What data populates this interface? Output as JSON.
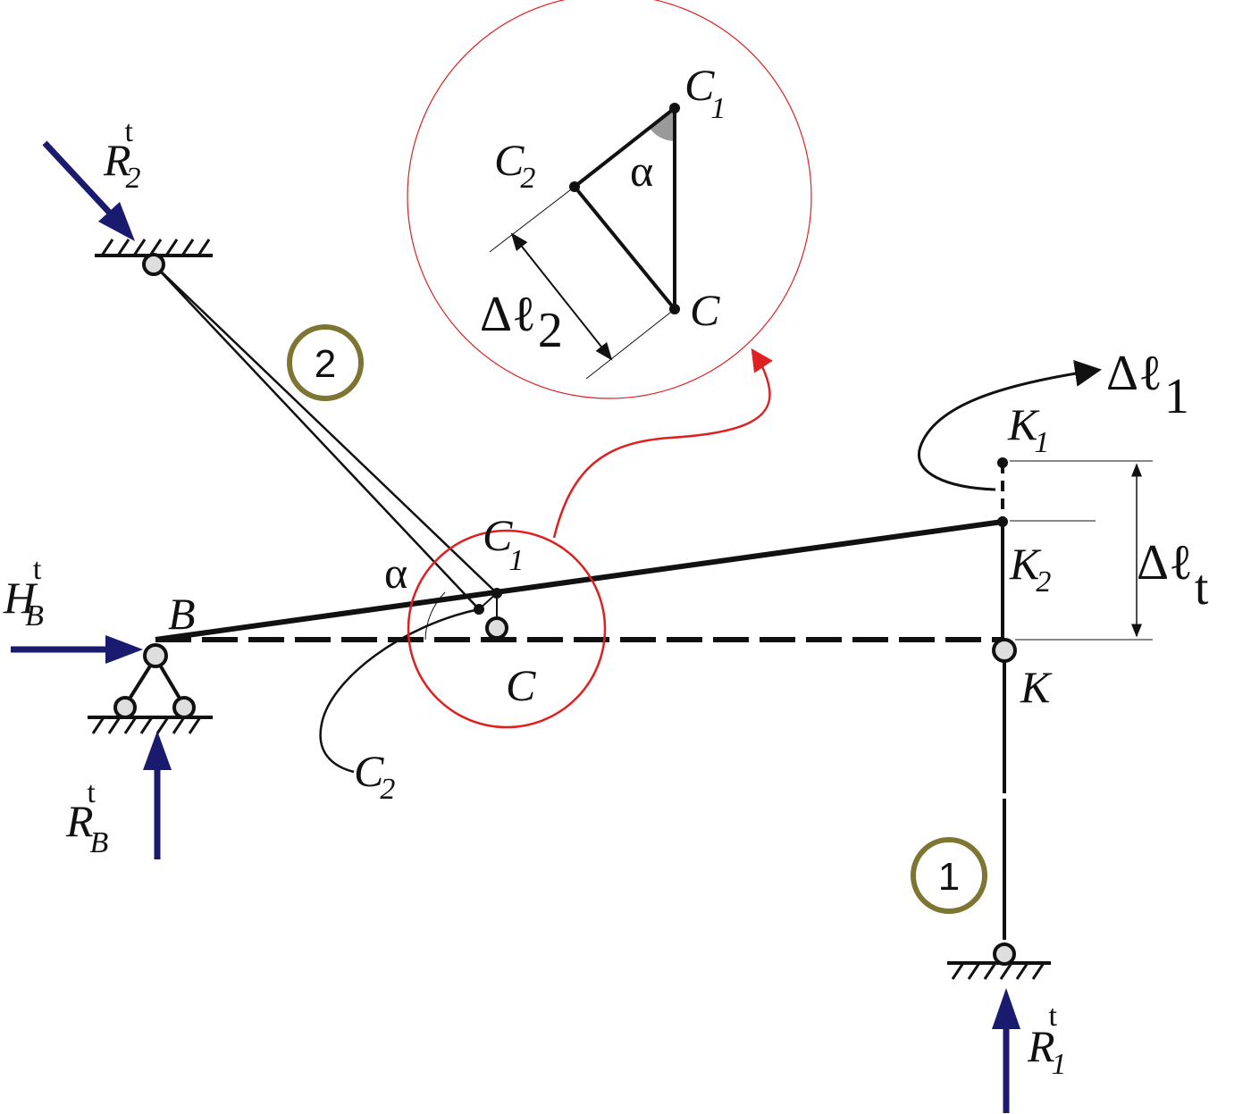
{
  "colors": {
    "line": "#111111",
    "force_arrow": "#1a1a6e",
    "highlight": "#e02020",
    "member_badge": "#7f7533",
    "angle_fill": "#9a9a9a",
    "hinge_fill": "#dedede"
  },
  "labels": {
    "R2_main": "R",
    "R2_sub": "2",
    "R2_sup": "t",
    "HB_main": "H",
    "HB_sub": "B",
    "HB_sup": "t",
    "RB_main": "R",
    "RB_sub": "B",
    "RB_sup": "t",
    "R1_main": "R",
    "R1_sub": "1",
    "R1_sup": "t",
    "B": "B",
    "C": "C",
    "C1_main": "C",
    "C1_sub": "1",
    "C2_main": "C",
    "C2_sub": "2",
    "K": "K",
    "K1_main": "K",
    "K1_sub": "1",
    "K2_main": "K",
    "K2_sub": "2",
    "alpha": "α",
    "dl1_main": "Δℓ",
    "dl1_sub": "1",
    "dlt_main": "Δℓ",
    "dlt_sub": "t",
    "member1": "1",
    "member2": "2"
  },
  "inset": {
    "C1_main": "C",
    "C1_sub": "1",
    "C2_main": "C",
    "C2_sub": "2",
    "C": "C",
    "alpha": "α",
    "dl2_main": "Δℓ",
    "dl2_sub": "2"
  }
}
